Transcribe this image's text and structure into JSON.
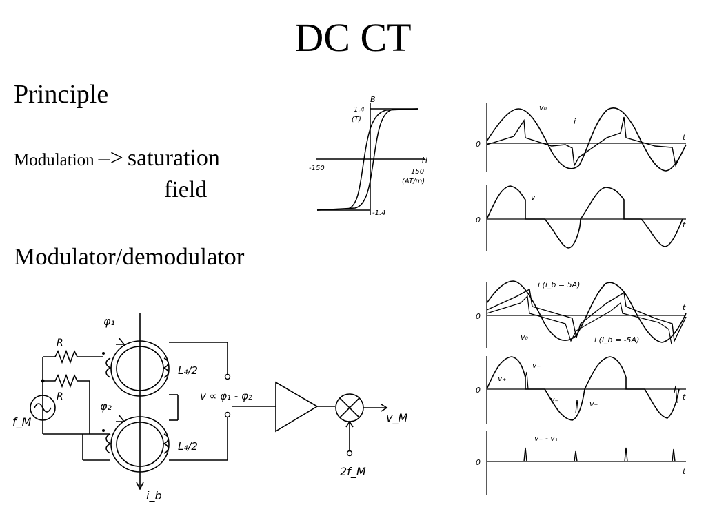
{
  "slide": {
    "title": "DC CT",
    "heading": "Principle",
    "modulation_small": "Modulation",
    "modulation_arrow": "–>",
    "modulation_target_1": "saturation",
    "modulation_target_2": "field",
    "modulator_label": "Modulator/demodulator"
  },
  "bh_curve": {
    "axis_b": "B",
    "axis_h": "H",
    "b_max": "1.4",
    "b_unit": "(T)",
    "b_min": "-1.4",
    "h_min": "-150",
    "h_max": "150",
    "h_unit": "(AT/m)"
  },
  "waveforms": {
    "panel1": {
      "zero": "0",
      "axis": "t",
      "label_v0": "v₀",
      "label_i": "i"
    },
    "panel2": {
      "zero": "0",
      "axis": "t",
      "label_v": "v"
    },
    "panel3": {
      "zero": "0",
      "axis": "t",
      "label_i_plus": "i (i_b = 5A)",
      "label_v0": "v₀",
      "label_i_minus": "i (i_b = -5A)"
    },
    "panel4": {
      "zero": "0",
      "axis": "t",
      "label_vminus": "v₋",
      "label_vplus": "v₊",
      "label_vminus2": "v₋",
      "label_vplus2": "v₊"
    },
    "panel5": {
      "zero": "0",
      "axis": "t",
      "label_diff": "v₋ - v₊"
    }
  },
  "circuit": {
    "phi1": "φ₁",
    "phi2": "φ₂",
    "r1": "R",
    "r2": "R",
    "l1": "L₄/2",
    "l2": "L₄/2",
    "fm": "f_M",
    "v_eq": "v ∝ φ₁ - φ₂",
    "vm": "v_M",
    "two_fm": "2f_M",
    "ib": "i_b"
  }
}
